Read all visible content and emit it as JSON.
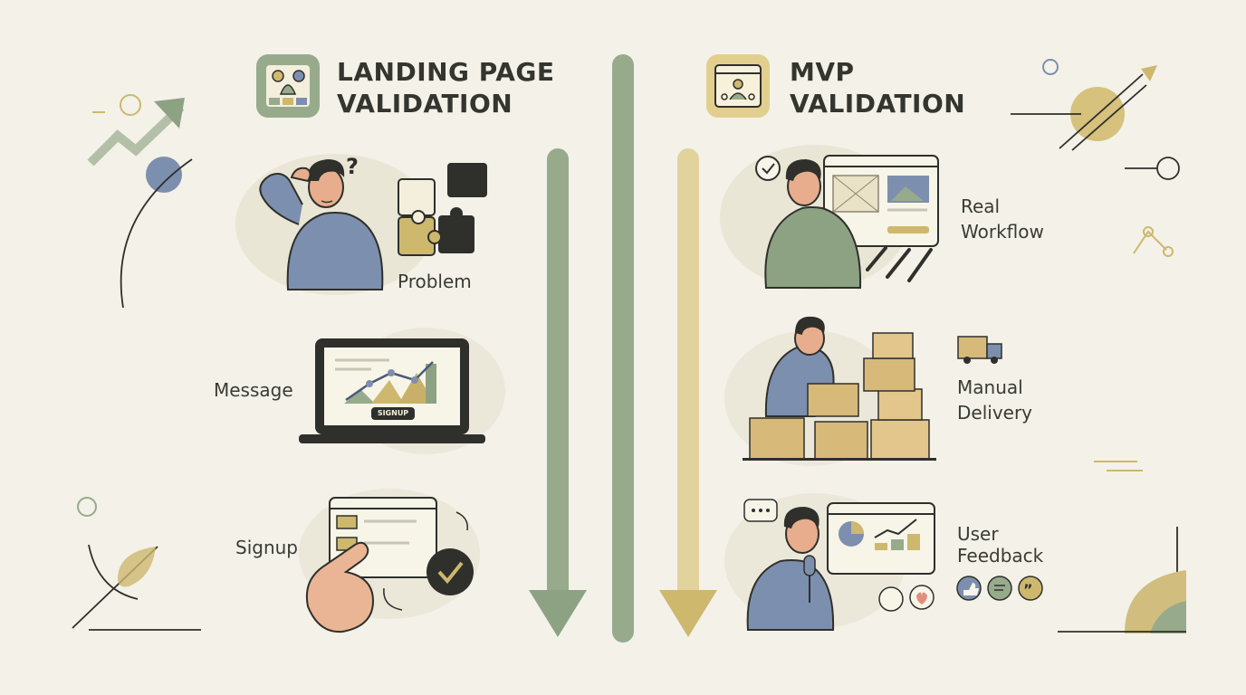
{
  "left_column": {
    "title_line1": "LANDING PAGE",
    "title_line2": "VALIDATION",
    "steps": [
      {
        "label": "Problem",
        "icon": "confused-person-puzzle-icon"
      },
      {
        "label": "Message",
        "icon": "laptop-chart-icon"
      },
      {
        "label": "Signup",
        "icon": "hand-signup-form-icon"
      }
    ],
    "laptop_button": "SIGNUP"
  },
  "right_column": {
    "title_line1": "MVP",
    "title_line2": "VALIDATION",
    "steps": [
      {
        "label_line1": "Real",
        "label_line2": "Workflow",
        "icon": "person-workflow-tools-icon"
      },
      {
        "label_line1": "Manual",
        "label_line2": "Delivery",
        "icon": "person-boxes-truck-icon"
      },
      {
        "label_line1": "User",
        "label_line2": "Feedback",
        "icon": "person-microphone-feedback-icon"
      }
    ]
  },
  "colors": {
    "background": "#f3f1e8",
    "green": "#8fa585",
    "gold": "#cdb86e",
    "slate": "#7d8fae",
    "dark": "#2f302c"
  }
}
